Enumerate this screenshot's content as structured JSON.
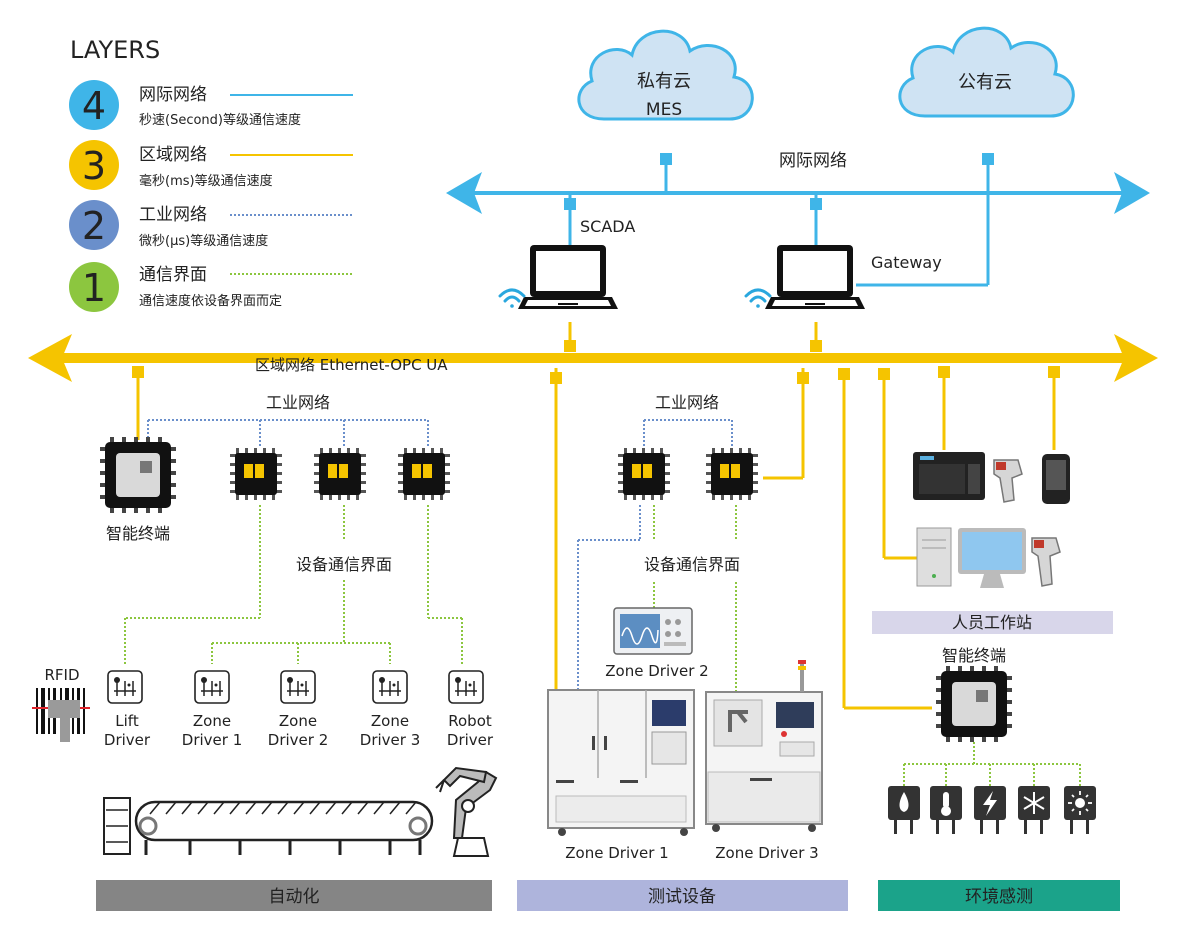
{
  "legend": {
    "title": "LAYERS",
    "layers": [
      {
        "number": "4",
        "name": "网际网络",
        "desc": "秒速(Second)等级通信速度",
        "color": "#3fb5e8",
        "line": "solid"
      },
      {
        "number": "3",
        "name": "区域网络",
        "desc": "毫秒(ms)等级通信速度",
        "color": "#f5c400",
        "line": "solid"
      },
      {
        "number": "2",
        "name": "工业网络",
        "desc": "微秒(μs)等级通信速度",
        "color": "#6a8fcb",
        "line": "dotted"
      },
      {
        "number": "1",
        "name": "通信界面",
        "desc": "通信速度依设备界面而定",
        "color": "#8cc63f",
        "line": "dotted"
      }
    ]
  },
  "clouds": {
    "private": {
      "line1": "私有云",
      "line2": "MES"
    },
    "public": {
      "line1": "公有云"
    }
  },
  "internet_bus": {
    "label": "网际网络"
  },
  "local_bus": {
    "label": "区域网络  Ethernet-OPC UA"
  },
  "scada_label": "SCADA",
  "gateway_label": "Gateway",
  "industrial_network_label": "工业网络",
  "device_interface_label": "设备通信界面",
  "smart_terminal_label": "智能终端",
  "rfid_label": "RFID",
  "automation_drivers": [
    {
      "line1": "Lift",
      "line2": "Driver"
    },
    {
      "line1": "Zone",
      "line2": "Driver 1"
    },
    {
      "line1": "Zone",
      "line2": "Driver 2"
    },
    {
      "line1": "Zone",
      "line2": "Driver 3"
    },
    {
      "line1": "Robot",
      "line2": "Driver"
    }
  ],
  "test_equipment": {
    "zone2": "Zone Driver 2",
    "zone1": "Zone Driver 1",
    "zone3": "Zone Driver 3"
  },
  "workstation_label": "人员工作站",
  "sections": {
    "automation": "自动化",
    "testing": "测试设备",
    "environment": "环境感测"
  },
  "section_colors": {
    "automation": "#858585",
    "testing": "#aeb4dc",
    "environment": "#1ba38a",
    "workstation": "#d8d6ea"
  },
  "icons": [
    "wifi-icon",
    "laptop-icon",
    "chip-icon",
    "cloud-icon",
    "barcode-scanner-icon",
    "computer-icon",
    "water-sensor-icon",
    "thermometer-icon",
    "power-sensor-icon",
    "snowflake-sensor-icon",
    "sun-sensor-icon"
  ]
}
